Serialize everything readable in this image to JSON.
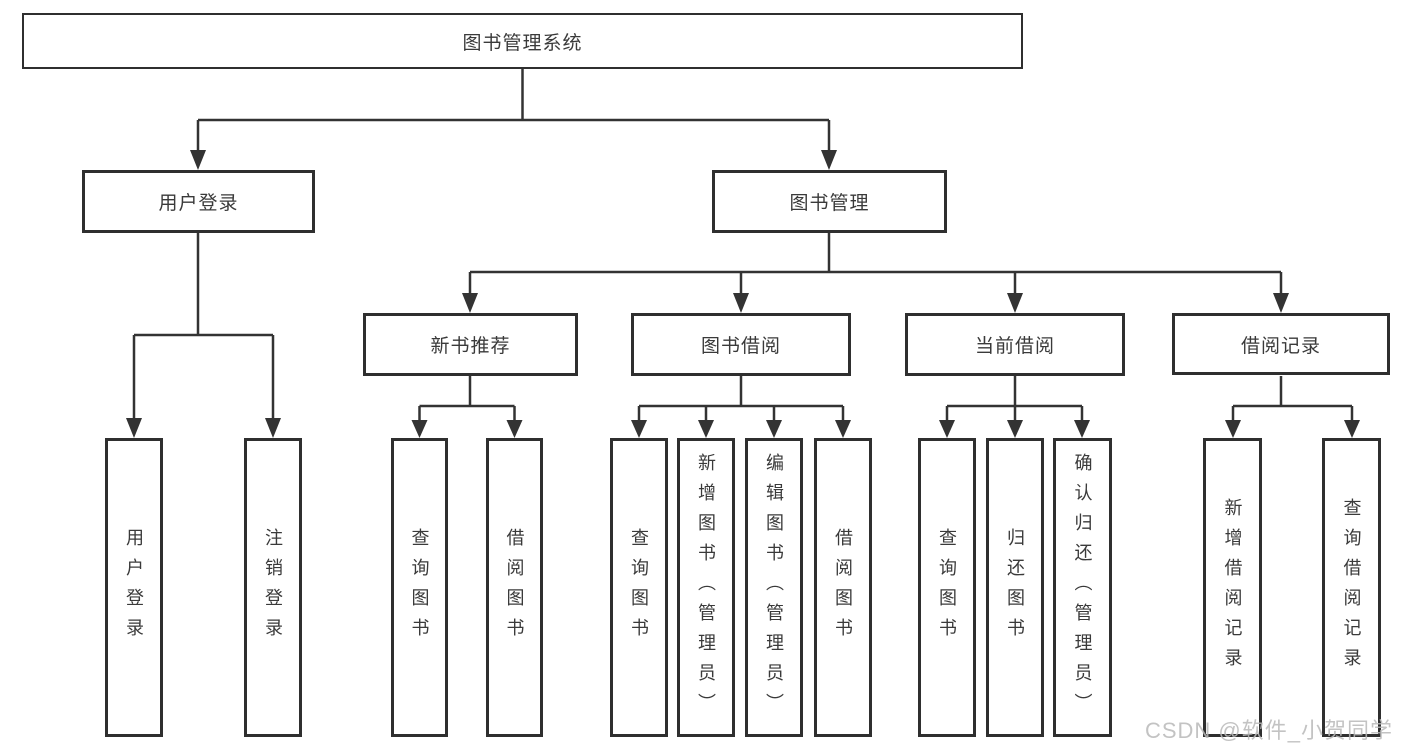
{
  "diagram": {
    "root": {
      "label": "图书管理系统"
    },
    "branches": [
      {
        "label": "用户登录",
        "children": [
          {
            "label": "用户登录"
          },
          {
            "label": "注销登录"
          }
        ]
      },
      {
        "label": "图书管理",
        "children": [
          {
            "label": "新书推荐",
            "children": [
              {
                "label": "查询图书"
              },
              {
                "label": "借阅图书"
              }
            ]
          },
          {
            "label": "图书借阅",
            "children": [
              {
                "label": "查询图书"
              },
              {
                "label": "新增图书（管理员）"
              },
              {
                "label": "编辑图书（管理员）"
              },
              {
                "label": "借阅图书"
              }
            ]
          },
          {
            "label": "当前借阅",
            "children": [
              {
                "label": "查询图书"
              },
              {
                "label": "归还图书"
              },
              {
                "label": "确认归还（管理员）"
              }
            ]
          },
          {
            "label": "借阅记录",
            "children": [
              {
                "label": "新增借阅记录"
              },
              {
                "label": "查询借阅记录"
              }
            ]
          }
        ]
      }
    ],
    "watermark": "CSDN @软件_小贺同学",
    "colors": {
      "line": "#333333",
      "border": "#2f2f2f",
      "fill": "#ffffff",
      "text": "#3a3a3a",
      "watermark": "#b9b9b9"
    }
  }
}
